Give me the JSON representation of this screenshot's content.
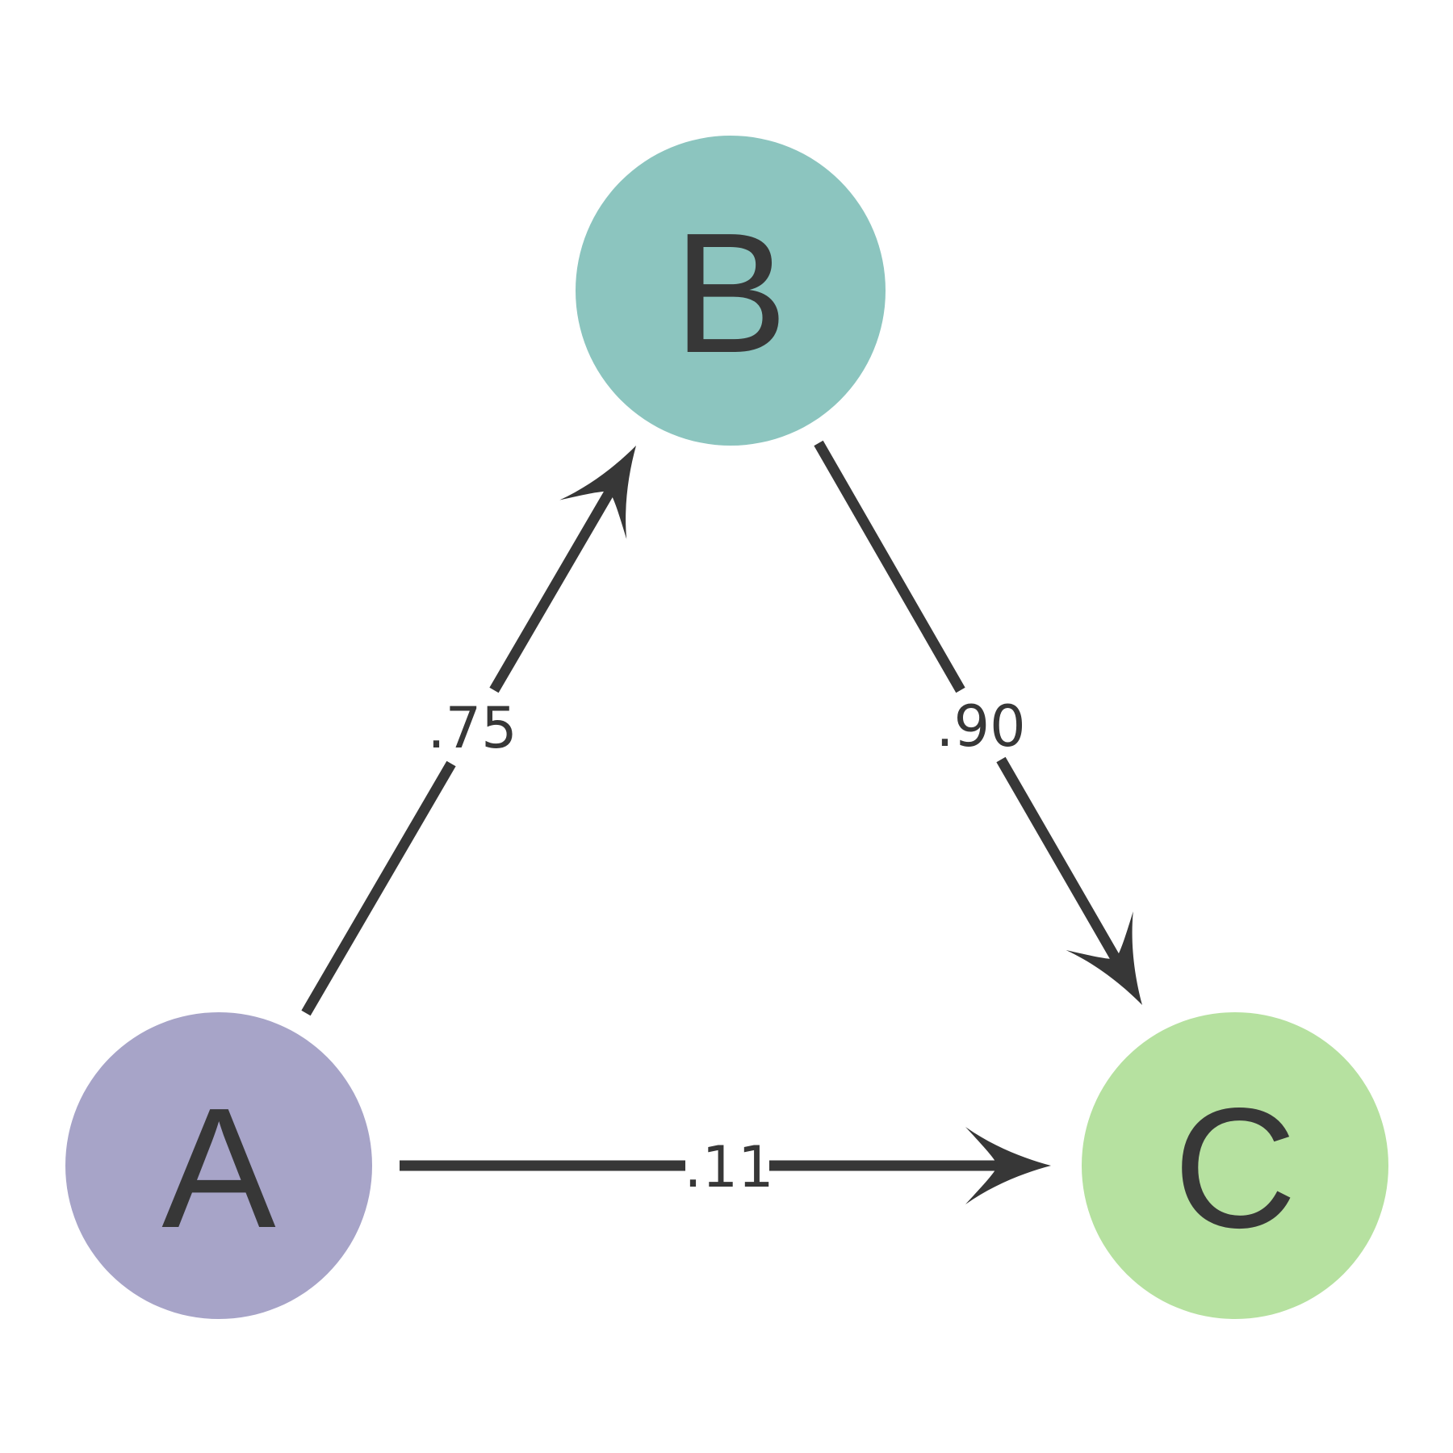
{
  "diagram": {
    "background_color": "#ffffff",
    "edge_color": "#373737",
    "text_color": "#373737",
    "nodes": [
      {
        "id": "A",
        "label": "A",
        "color": "#a7a4c8"
      },
      {
        "id": "B",
        "label": "B",
        "color": "#8cc5bf"
      },
      {
        "id": "C",
        "label": "C",
        "color": "#b6e1a0"
      }
    ],
    "edges": [
      {
        "from": "A",
        "to": "B",
        "label": ".75"
      },
      {
        "from": "B",
        "to": "C",
        "label": ".90"
      },
      {
        "from": "A",
        "to": "C",
        "label": ".11"
      }
    ]
  }
}
